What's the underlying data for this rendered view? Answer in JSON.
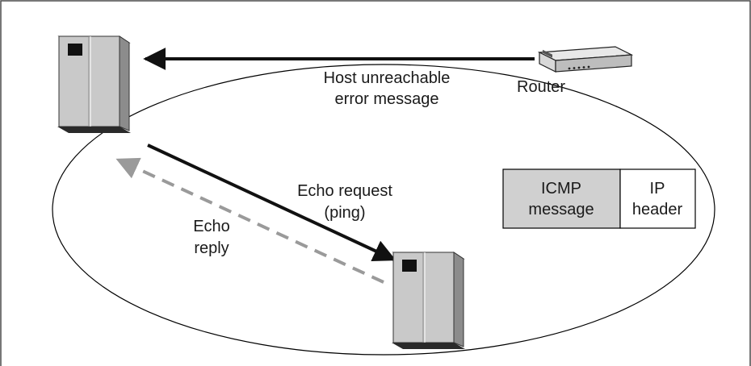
{
  "colors": {
    "frame": "#4a4a4a",
    "ellipse": "#000000",
    "solid_arrow": "#111111",
    "dashed_arrow": "#9a9a9a",
    "server_front": "#c9c9c9",
    "server_side": "#8c8c8c",
    "server_base": "#2a2a2a",
    "icmp_fill": "#d0d0d0",
    "ip_fill": "#ffffff"
  },
  "icons": {
    "top_server": "server-tower-icon",
    "bottom_server": "server-tower-icon",
    "router": "router-icon"
  },
  "labels": {
    "host_unreachable_line1": "Host unreachable",
    "host_unreachable_line2": "error message",
    "router": "Router",
    "echo_request_line1": "Echo request",
    "echo_request_line2": "(ping)",
    "echo_reply_line1": "Echo",
    "echo_reply_line2": "reply"
  },
  "packet": {
    "icmp_line1": "ICMP",
    "icmp_line2": "message",
    "ip_line1": "IP",
    "ip_line2": "header"
  }
}
